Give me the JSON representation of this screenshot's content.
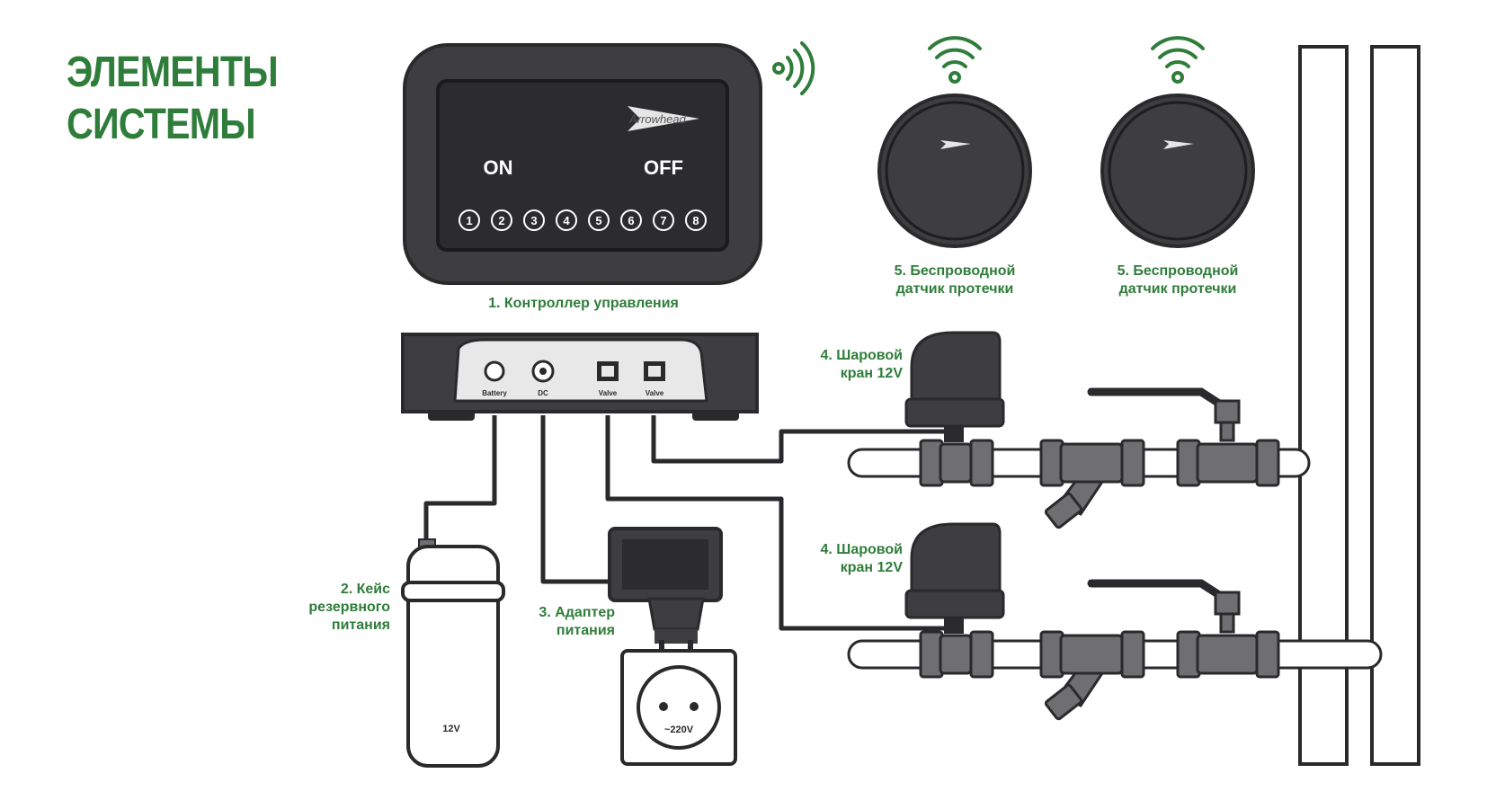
{
  "title": {
    "line1": "ЭЛЕМЕНТЫ",
    "line2": "СИСТЕМЫ"
  },
  "colors": {
    "green": "#2f7d3a",
    "device": "#3e3e40",
    "device_dark": "#2a2a2c",
    "pipe": "#ffffff",
    "valve_body": "#6f6f71"
  },
  "controller": {
    "label": "1. Контроллер управления",
    "brand": "Arrowhead",
    "on_label": "ON",
    "off_label": "OFF",
    "zones": [
      "1",
      "2",
      "3",
      "4",
      "5",
      "6",
      "7",
      "8"
    ]
  },
  "hub": {
    "ports": [
      {
        "name": "battery",
        "label": "Battery"
      },
      {
        "name": "dc",
        "label": "DC"
      },
      {
        "name": "valve-1",
        "label": "Valve"
      },
      {
        "name": "valve-2",
        "label": "Valve"
      }
    ]
  },
  "sensors": [
    {
      "line1": "5. Беспроводной",
      "line2": "датчик протечки"
    },
    {
      "line1": "5. Беспроводной",
      "line2": "датчик протечки"
    }
  ],
  "valves": [
    {
      "line1": "4. Шаровой",
      "line2": "кран 12V"
    },
    {
      "line1": "4. Шаровой",
      "line2": "кран 12V"
    }
  ],
  "battery": {
    "line1": "2. Кейс",
    "line2": "резервного",
    "line3": "питания",
    "voltage": "12V"
  },
  "adapter": {
    "line1": "3. Адаптер",
    "line2": "питания",
    "socket_voltage": "~220V"
  }
}
